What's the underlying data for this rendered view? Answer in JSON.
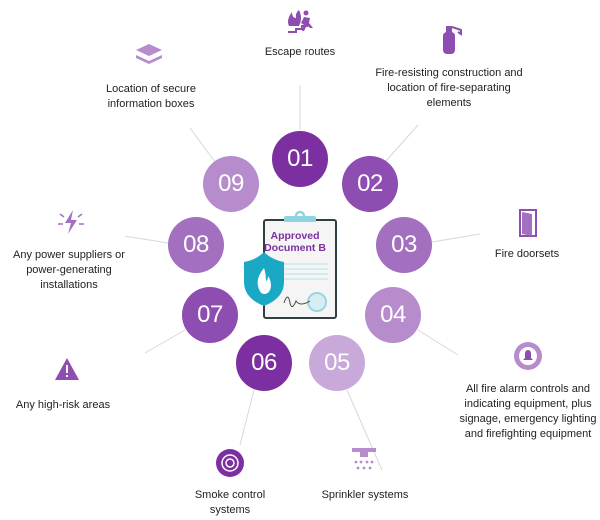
{
  "center": {
    "title_line1": "Approved",
    "title_line2": "Document B"
  },
  "items": [
    {
      "num": "01",
      "label": "Escape routes",
      "icon": "escape-route-icon",
      "color": "#7b2fa0"
    },
    {
      "num": "02",
      "label": "Fire-resisting construction and location of fire-separating elements",
      "icon": "fire-extinguisher-icon",
      "color": "#8e4db0"
    },
    {
      "num": "03",
      "label": "Fire doorsets",
      "icon": "door-icon",
      "color": "#a36fbf"
    },
    {
      "num": "04",
      "label": "All fire alarm controls and indicating equipment, plus signage, emergency lighting and firefighting equipment",
      "icon": "alarm-bell-icon",
      "color": "#b68ccc"
    },
    {
      "num": "05",
      "label": "Sprinkler systems",
      "icon": "sprinkler-icon",
      "color": "#c9a9d9"
    },
    {
      "num": "06",
      "label": "Smoke control systems",
      "icon": "smoke-detector-icon",
      "color": "#7b2fa0"
    },
    {
      "num": "07",
      "label": "Any high-risk areas",
      "icon": "warning-icon",
      "color": "#8e4db0"
    },
    {
      "num": "08",
      "label": "Any power suppliers or power-generating installations",
      "icon": "power-icon",
      "color": "#a36fbf"
    },
    {
      "num": "09",
      "label": "Location of secure information boxes",
      "icon": "layers-icon",
      "color": "#b68ccc"
    }
  ]
}
